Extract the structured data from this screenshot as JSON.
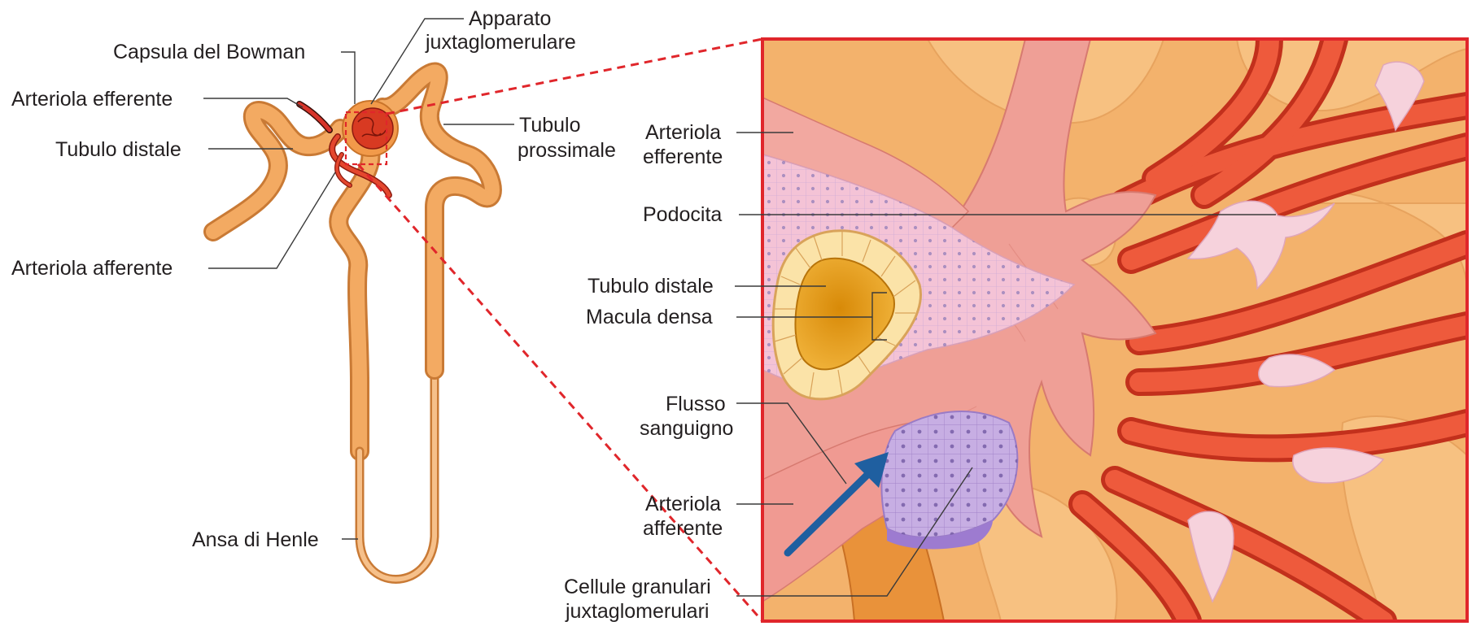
{
  "overview_labels": {
    "apparato": [
      "Apparato",
      "juxtaglomerulare"
    ],
    "capsula": "Capsula del Bowman",
    "arteriola_efferente": "Arteriola efferente",
    "tubulo_distale": "Tubulo distale",
    "arteriola_afferente": "Arteriola afferente",
    "tubulo_prossimale": [
      "Tubulo",
      "prossimale"
    ],
    "ansa_henle": "Ansa di Henle"
  },
  "detail_labels": {
    "arteriola_efferente": [
      "Arteriola",
      "efferente"
    ],
    "podocita": "Podocita",
    "tubulo_distale": "Tubulo distale",
    "macula_densa": "Macula densa",
    "flusso": [
      "Flusso",
      "sanguigno"
    ],
    "arteriola_afferente": [
      "Arteriola",
      "afferente"
    ],
    "cellule": [
      "Cellule granulari",
      "juxtaglomerulari"
    ]
  },
  "colors": {
    "tubule": "#f0a45a",
    "tubule_dark": "#d9823a",
    "vessel": "#e4472e",
    "vessel_dark": "#b8281a",
    "callout_border": "#e0262b",
    "detail_bg": "#f4b46e",
    "arteriole": "#ee9a92",
    "podocyte": "#f6d2dc",
    "granular": "#b79ad6",
    "macula": "#e69a1a",
    "flow_arrow": "#1f5fa0"
  }
}
